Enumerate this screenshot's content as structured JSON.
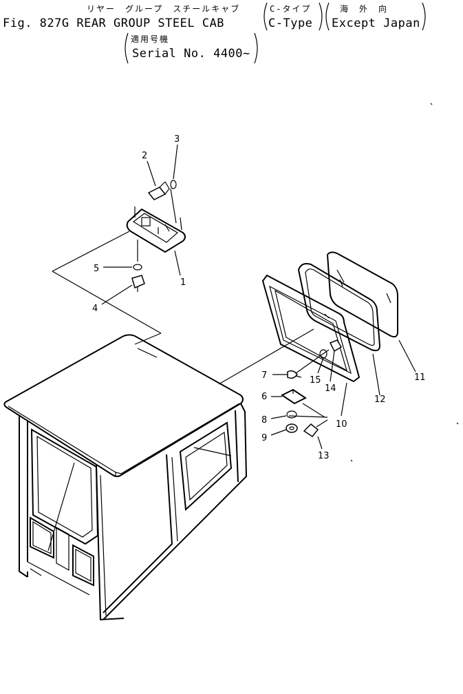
{
  "header": {
    "jp_title": "リヤー　グループ　スチールキャブ",
    "fig_label": "Fig. 827G REAR GROUP STEEL CAB",
    "jp_type": "C-タイプ",
    "en_type": "C-Type",
    "jp_region": "海　外　向",
    "en_region": "Except Japan",
    "jp_serial": "適用号機",
    "en_serial": "Serial No. 4400~"
  },
  "callouts": [
    "1",
    "2",
    "3",
    "4",
    "5",
    "6",
    "7",
    "8",
    "9",
    "10",
    "11",
    "12",
    "13",
    "14",
    "15"
  ]
}
